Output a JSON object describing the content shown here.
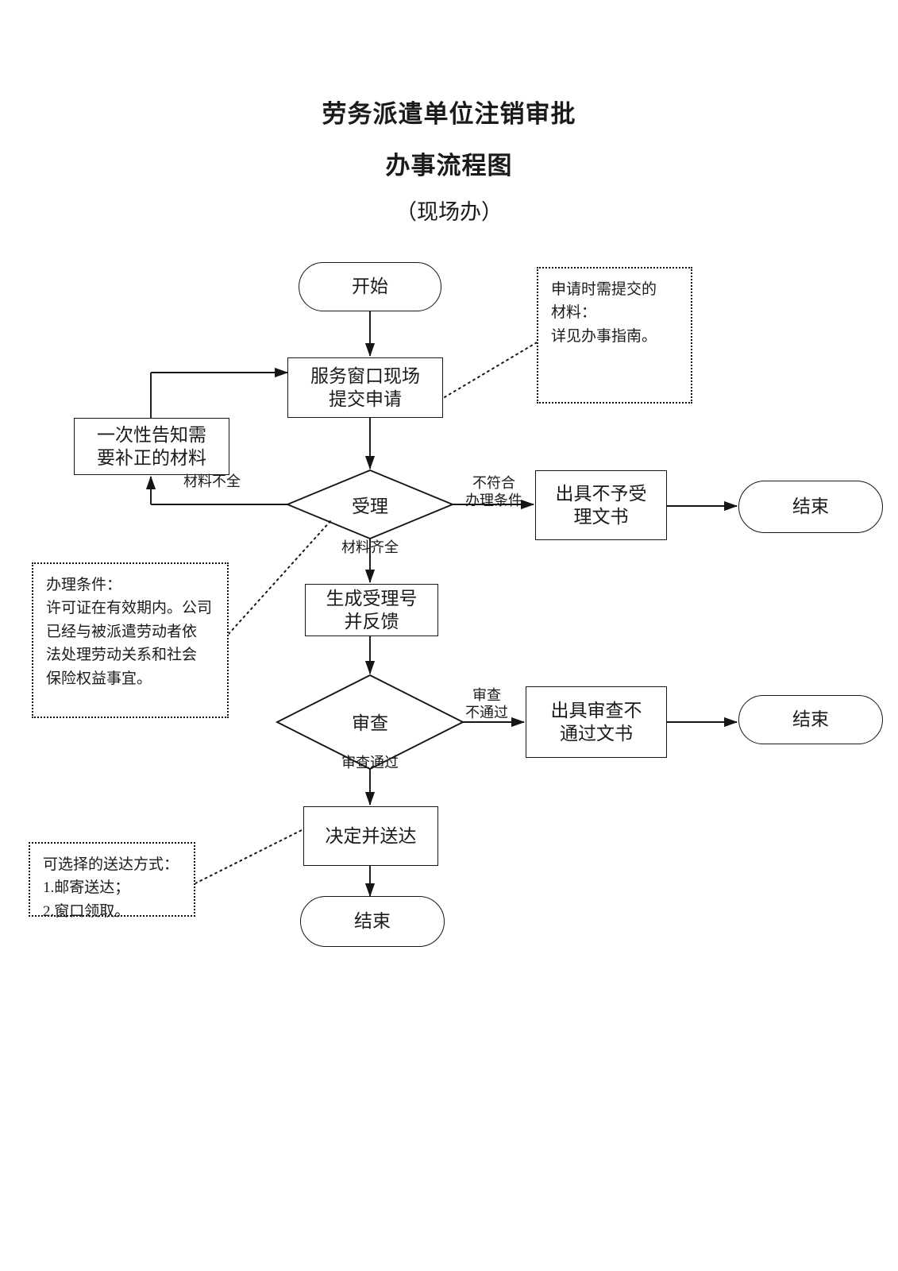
{
  "document": {
    "title_main": "劳务派遣单位注销审批",
    "title_sub": "办事流程图",
    "title_note": "（现场办）"
  },
  "nodes": {
    "start": {
      "label": "开始",
      "shape": "terminator"
    },
    "submit": {
      "label": "服务窗口现场\n提交申请",
      "shape": "process"
    },
    "supplement": {
      "label": "一次性告知需\n要补正的材料",
      "shape": "process"
    },
    "accept": {
      "label": "受理",
      "shape": "decision"
    },
    "reject_doc": {
      "label": "出具不予受\n理文书",
      "shape": "process"
    },
    "end_reject": {
      "label": "结束",
      "shape": "terminator"
    },
    "accept_no": {
      "label": "生成受理号\n并反馈",
      "shape": "process"
    },
    "review": {
      "label": "审查",
      "shape": "decision"
    },
    "fail_doc": {
      "label": "出具审查不\n通过文书",
      "shape": "process"
    },
    "end_fail": {
      "label": "结束",
      "shape": "terminator"
    },
    "deliver": {
      "label": "决定并送达",
      "shape": "process"
    },
    "end_done": {
      "label": "结束",
      "shape": "terminator"
    }
  },
  "edge_labels": {
    "incomplete": "材料不全",
    "not_qualified": "不符合\n办理条件",
    "complete": "材料齐全",
    "review_fail": "审查\n不通过",
    "review_pass": "审查通过"
  },
  "annotations": {
    "materials": "申请时需提交的\n材料：\n详见办事指南。",
    "conditions": "办理条件：\n许可证在有效期内。公司\n已经与被派遣劳动者依\n法处理劳动关系和社会\n保险权益事宜。",
    "delivery": "可选择的送达方式：\n1.邮寄送达；\n2.窗口领取。"
  },
  "chart_data": {
    "type": "flowchart",
    "title": "劳务派遣单位注销审批 办事流程图（现场办）",
    "steps": [
      "开始",
      "服务窗口现场提交申请",
      "受理",
      "生成受理号并反馈",
      "审查",
      "决定并送达",
      "结束"
    ],
    "branches": [
      {
        "from": "受理",
        "label": "材料不全",
        "to": "一次性告知需要补正的材料"
      },
      {
        "from": "受理",
        "label": "不符合办理条件",
        "to": "出具不予受理文书"
      },
      {
        "from": "受理",
        "label": "材料齐全",
        "to": "生成受理号并反馈"
      },
      {
        "from": "审查",
        "label": "审查不通过",
        "to": "出具审查不通过文书"
      },
      {
        "from": "审查",
        "label": "审查通过",
        "to": "决定并送达"
      },
      {
        "from": "一次性告知需要补正的材料",
        "label": "",
        "to": "服务窗口现场提交申请"
      },
      {
        "from": "出具不予受理文书",
        "label": "",
        "to": "结束"
      },
      {
        "from": "出具审查不通过文书",
        "label": "",
        "to": "结束"
      },
      {
        "from": "决定并送达",
        "label": "",
        "to": "结束"
      }
    ],
    "colors": {
      "stroke": "#151515",
      "fill": "#ffffff",
      "text": "#1a1a1a"
    }
  }
}
